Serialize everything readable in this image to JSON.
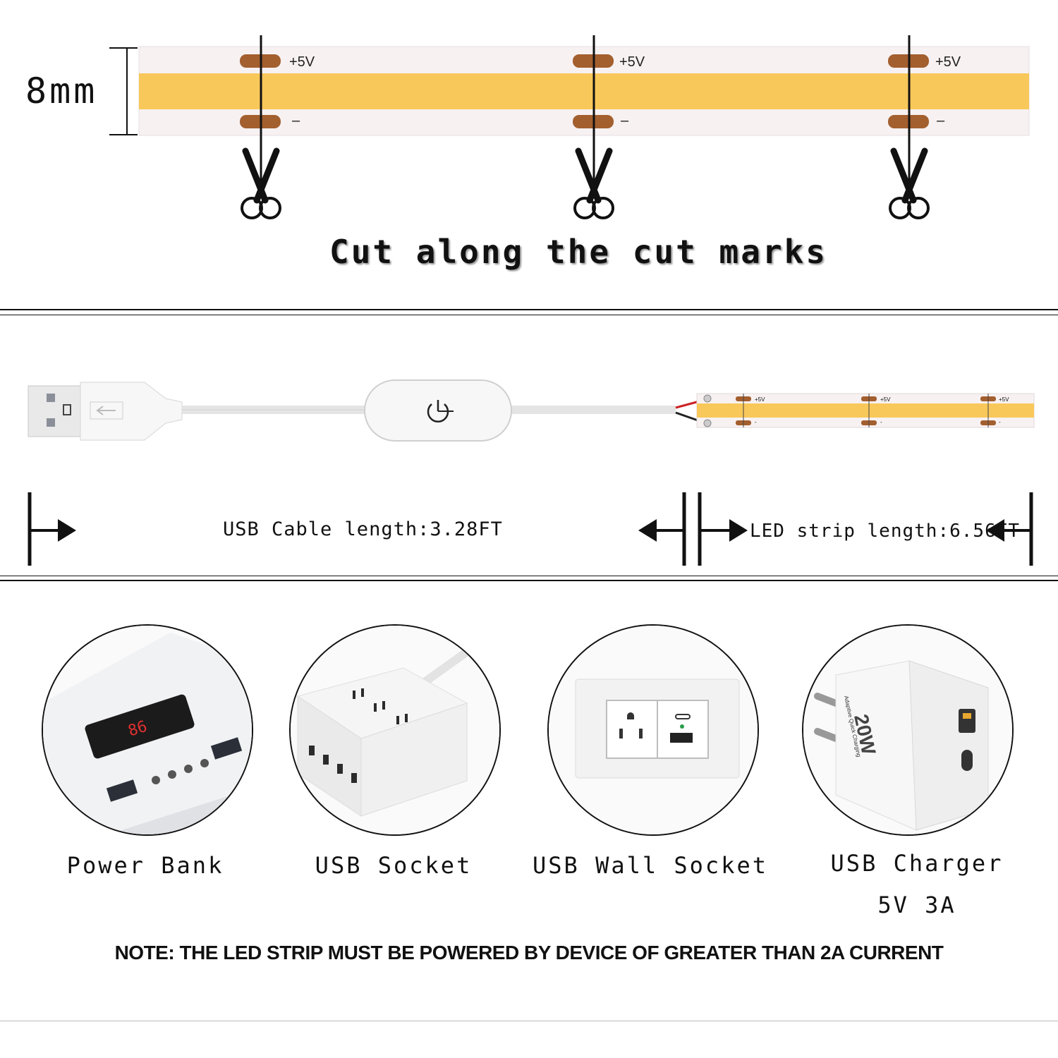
{
  "strip_top": {
    "width_label": "8mm",
    "pad_labels": {
      "positive": "+5V",
      "negative": "–"
    },
    "cut_instruction": "Cut along the cut marks"
  },
  "cable_section": {
    "usb_cable_length_label": "USB Cable length:3.28FT",
    "led_strip_length_label": "LED strip length:6.56FT",
    "mini_pad_positive": "+5V",
    "mini_pad_negative": "-"
  },
  "devices": [
    {
      "label": "Power Bank",
      "display_digits": "86"
    },
    {
      "label": "USB Socket"
    },
    {
      "label": "USB Wall Socket"
    },
    {
      "label": "USB Charger",
      "sub_label": "5V 3A",
      "charger_watt": "20W",
      "charger_text": "Adaptive Quick Charging"
    }
  ],
  "note": "NOTE: THE LED STRIP MUST BE POWERED BY DEVICE OF GREATER THAN 2A CURRENT",
  "colors": {
    "strip_yellow": "#F9C85A",
    "strip_base": "#F7F1F2",
    "copper_pad": "#A35F2E",
    "line_black": "#111111"
  },
  "icons": [
    "scissors-icon",
    "usb-plug-icon",
    "power-button-icon",
    "arrow-right-icon",
    "arrow-left-icon"
  ]
}
